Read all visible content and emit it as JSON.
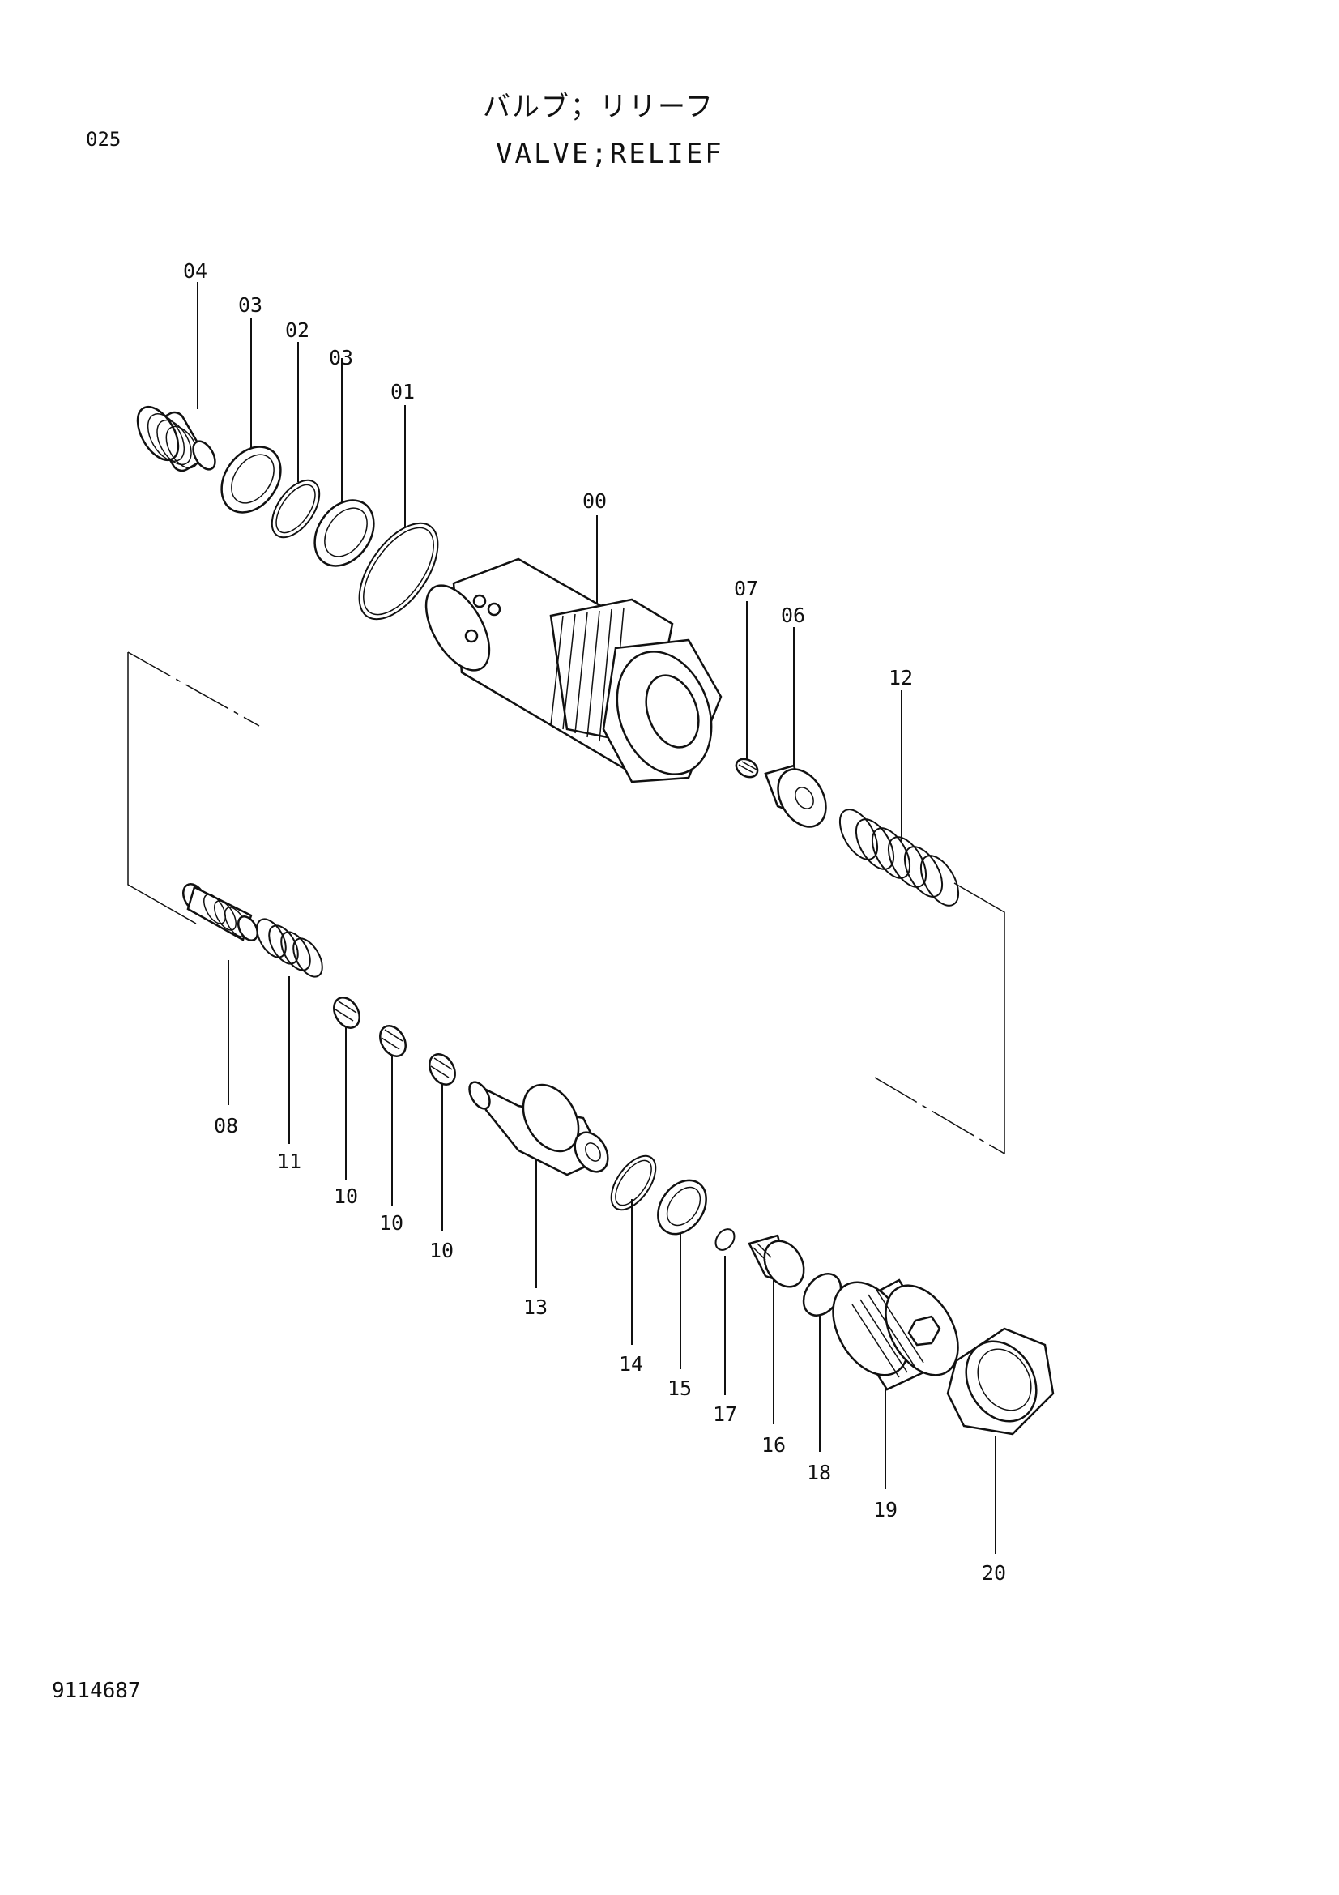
{
  "page_number": "025",
  "title_jp": "バルブ；リリーフ",
  "title_en": "VALVE;RELIEF",
  "drawing_number": "9114687",
  "callouts": {
    "c04": "04",
    "c03a": "03",
    "c02": "02",
    "c03b": "03",
    "c01": "01",
    "c00": "00",
    "c07": "07",
    "c06": "06",
    "c12": "12",
    "c08": "08",
    "c11": "11",
    "c10a": "10",
    "c10b": "10",
    "c10c": "10",
    "c13": "13",
    "c14": "14",
    "c15": "15",
    "c17": "17",
    "c16": "16",
    "c18": "18",
    "c19": "19",
    "c20": "20"
  }
}
